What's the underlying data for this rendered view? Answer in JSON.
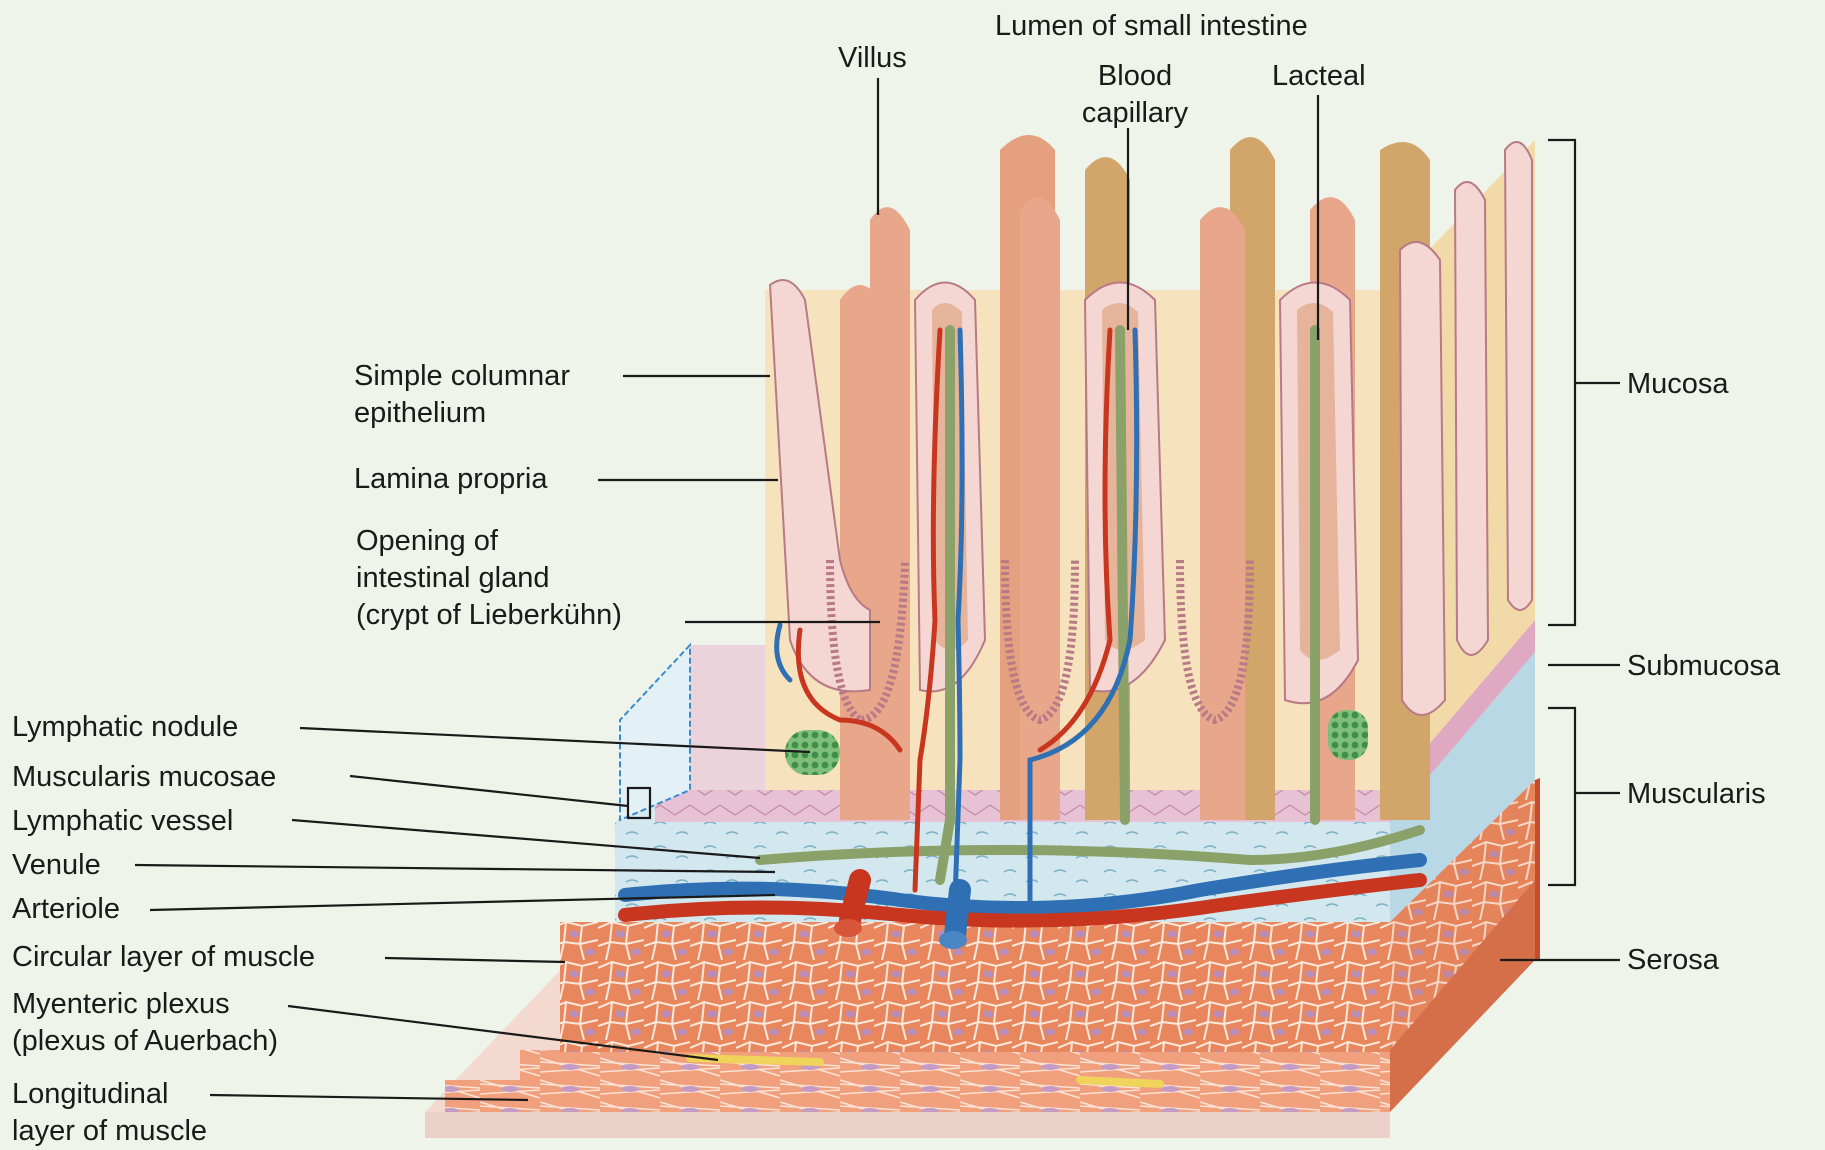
{
  "labels": {
    "lumen": "Lumen of small intestine",
    "villus": "Villus",
    "blood_capillary": [
      "Blood",
      "capillary"
    ],
    "lacteal": "Lacteal",
    "simple_columnar": [
      "Simple columnar",
      "epithelium"
    ],
    "lamina_propria": "Lamina propria",
    "intestinal_gland": [
      "Opening of",
      "intestinal gland",
      "(crypt of Lieberkühn)"
    ],
    "lymphatic_nodule": "Lymphatic nodule",
    "muscularis_mucosae": "Muscularis mucosae",
    "lymphatic_vessel": "Lymphatic vessel",
    "venule": "Venule",
    "arteriole": "Arteriole",
    "circular_layer": "Circular layer of muscle",
    "myenteric_plexus": [
      "Myenteric plexus",
      "(plexus of Auerbach)"
    ],
    "longitudinal_layer": [
      "Longitudinal",
      "layer of muscle"
    ],
    "mucosa": "Mucosa",
    "submucosa": "Submucosa",
    "muscularis": "Muscularis",
    "serosa": "Serosa"
  },
  "colors": {
    "background": "#eef4ea",
    "lamina_propria": "#f6e3bd",
    "villus_core": "#e8a78a",
    "villus_tan": "#d2a56a",
    "epithelium": "#f4d6d2",
    "artery": "#c8361f",
    "vein": "#2f6fb3",
    "lymph": "#8aa26a",
    "submucosa": "#cfe4ea",
    "muscle": "#e88a62",
    "muscularis_mucosae": "#e9c3d2",
    "nodule": "#4f9b57"
  }
}
